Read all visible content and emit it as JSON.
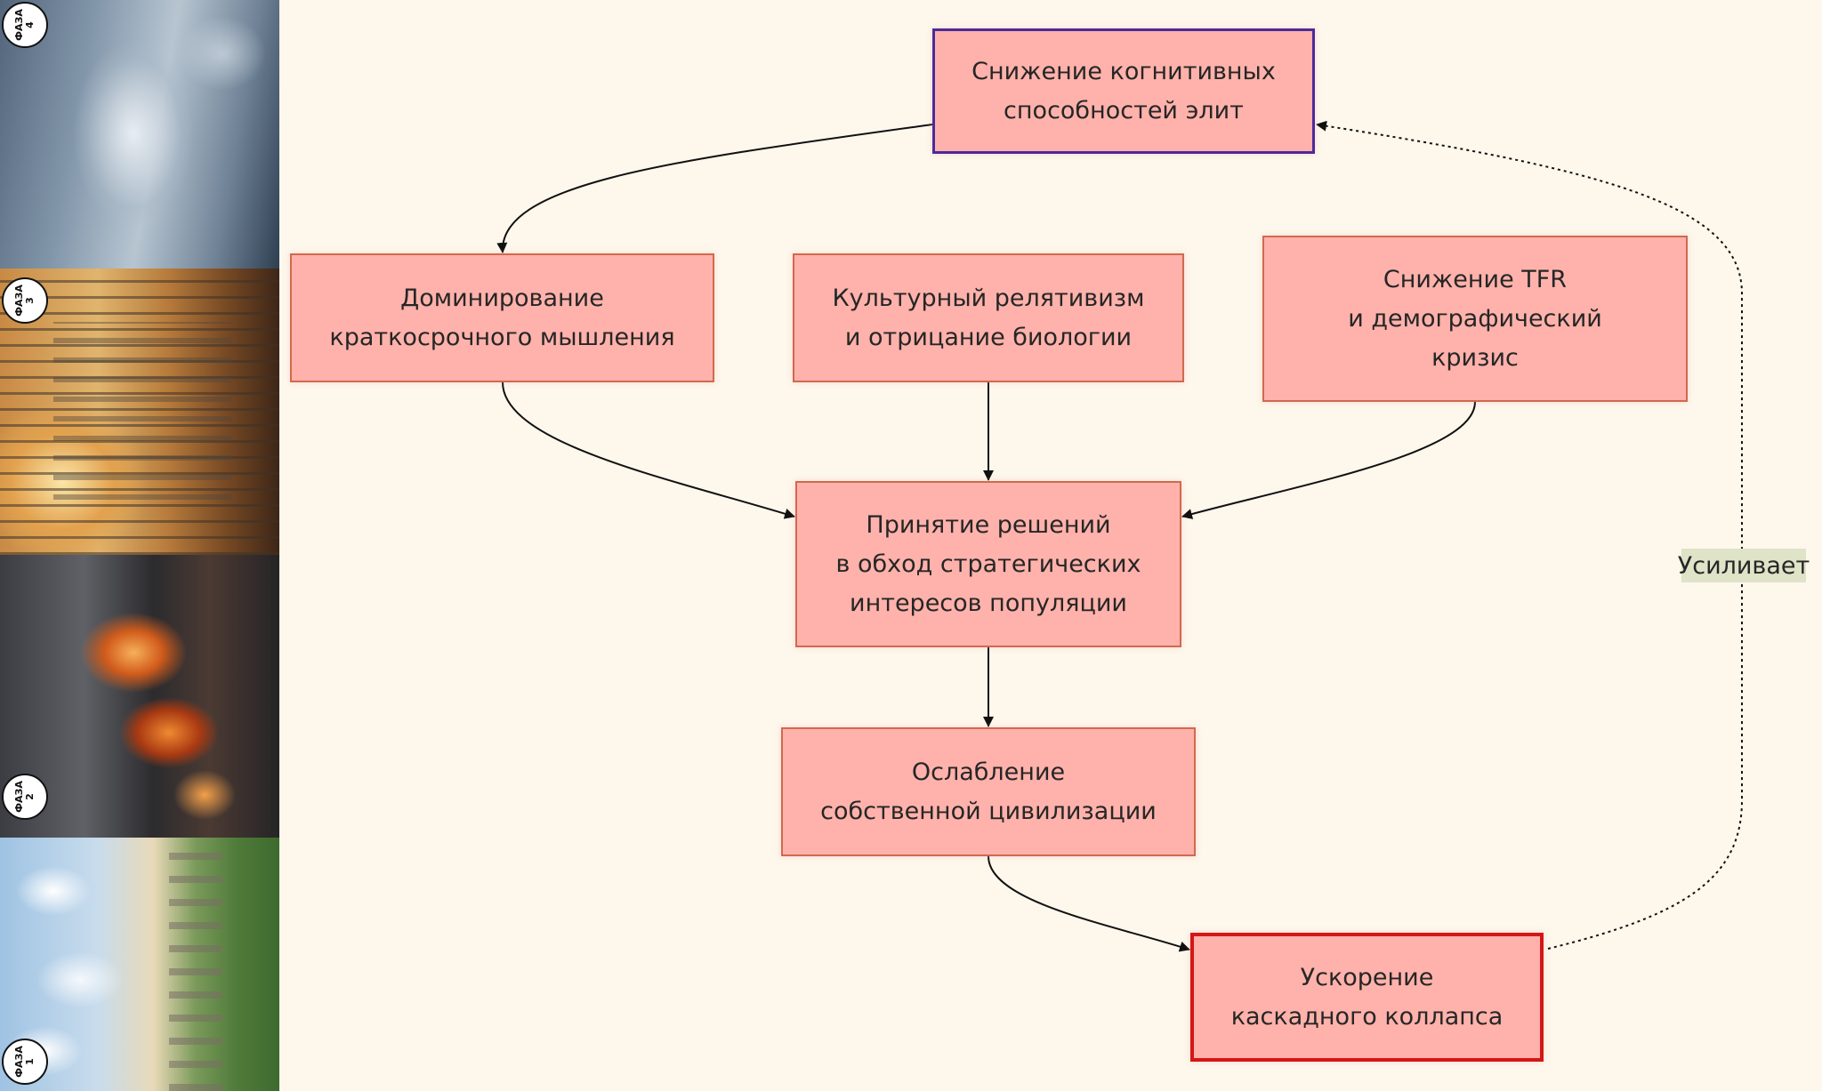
{
  "phases": [
    {
      "label": "ФАЗА\n4",
      "icon": "frozen-city-image"
    },
    {
      "label": "ФАЗА\n3",
      "icon": "desert-spires-image"
    },
    {
      "label": "ФАЗА\n2",
      "icon": "burning-city-image"
    },
    {
      "label": "ФАЗА\n1",
      "icon": "green-city-image"
    }
  ],
  "nodes": {
    "top": "Снижение когнитивных\nспособностей элит",
    "short": "Доминирование\nкраткосрочного мышления",
    "cult": "Культурный релятивизм\nи отрицание биологии",
    "tfr": "Снижение TFR\nи демографический\nкризис",
    "dec": "Принятие решений\nв обход стратегических\nинтересов популяции",
    "weak": "Ослабление\nсобственной цивилизации",
    "acc": "Ускорение\nкаскадного коллапса"
  },
  "feedback_label": "Усиливает",
  "colors": {
    "background": "#fdf7ec",
    "node_fill": "#ffb2ab",
    "node_border": "#d0694f",
    "top_border": "#4b2a9a",
    "acc_border": "#d41616",
    "label_bg": "#dfe3c7"
  }
}
